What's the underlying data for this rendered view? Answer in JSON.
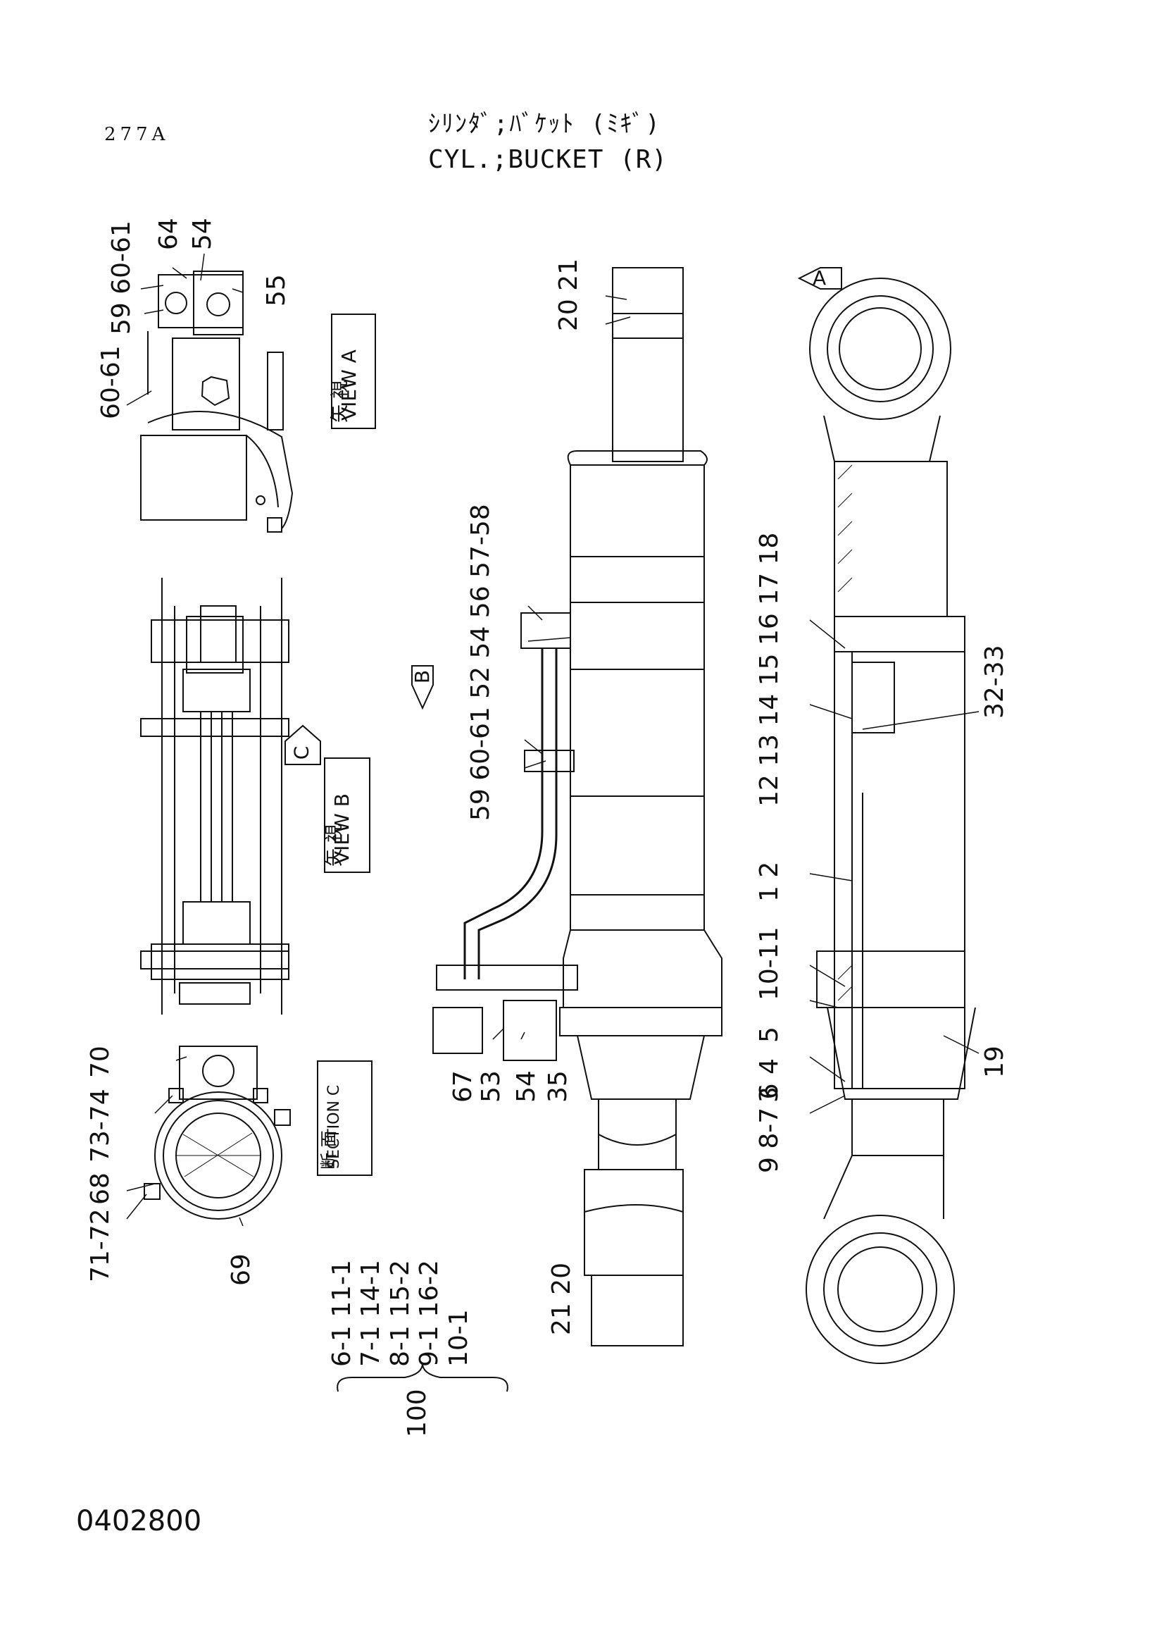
{
  "header": {
    "page_code": "277A",
    "title_jp": "ｼﾘﾝﾀﾞ;ﾊﾞｹｯﾄ (ﾐｷﾞ)",
    "title_en": "CYL.;BUCKET (R)"
  },
  "footer": {
    "document_number": "0402800"
  },
  "views": {
    "view_a": {
      "kanji": "矢 視",
      "label": "VIEW  A"
    },
    "view_b": {
      "kanji": "矢 視",
      "label": "VIEW  B"
    },
    "section_c": {
      "kanji": "断 面",
      "label": "SECTION  C"
    },
    "marker_a": "A",
    "marker_b": "B",
    "marker_c": "C"
  },
  "callouts": {
    "view_a": [
      "59 60-61",
      "64",
      "54",
      "55",
      "60-61"
    ],
    "middle_top": [
      "20 21",
      "59 60-61 52 54 56 57-58"
    ],
    "middle_bottom": [
      "67",
      "53",
      "54",
      "35",
      "21 20"
    ],
    "right": [
      "32-33",
      "12 13 14 15 16 17 18",
      "1 2",
      "10-11",
      "5",
      "4",
      "3",
      "9 8-7 6",
      "19"
    ],
    "section_c": [
      "70",
      "73-74",
      "68",
      "71-72",
      "69"
    ]
  },
  "kit": {
    "number": "100",
    "rows": [
      "6-1 11-1",
      "7-1 14-1",
      "8-1 15-2",
      "9-1 16-2",
      "10-1"
    ]
  }
}
